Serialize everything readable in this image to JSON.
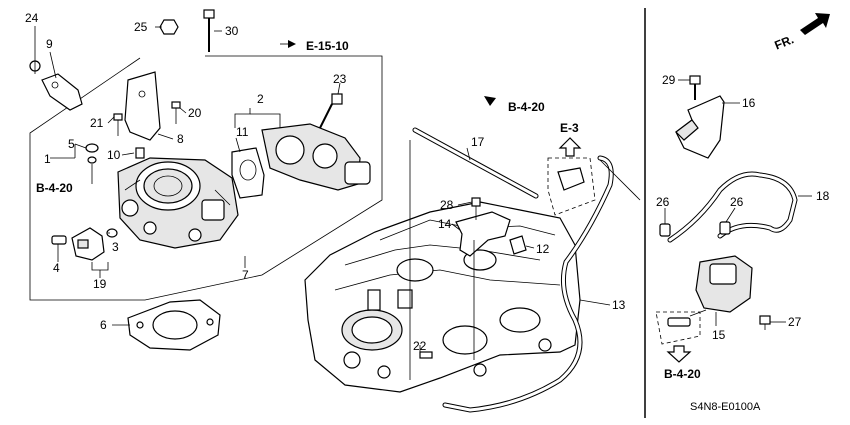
{
  "diagram": {
    "part_numbers": [
      "1",
      "2",
      "3",
      "4",
      "5",
      "6",
      "7",
      "8",
      "9",
      "10",
      "11",
      "12",
      "13",
      "14",
      "15",
      "16",
      "17",
      "18",
      "19",
      "20",
      "21",
      "22",
      "23",
      "24",
      "25",
      "26",
      "26",
      "27",
      "28",
      "29",
      "30"
    ],
    "references": {
      "e_15_10": "E-15-10",
      "b_4_20_left": "B-4-20",
      "b_4_20_top": "B-4-20",
      "e_3": "E-3",
      "b_4_20_bottom": "B-4-20"
    },
    "direction_label": "FR.",
    "diagram_code": "S4N8-E0100A"
  }
}
